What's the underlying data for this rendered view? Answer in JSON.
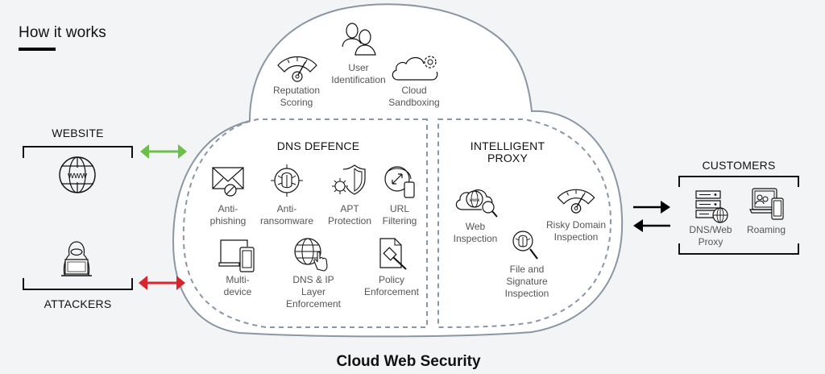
{
  "header": {
    "title": "How it works"
  },
  "left": {
    "website": {
      "label": "WEBSITE",
      "icon": "www-globe-icon",
      "arrow_color": "#6cc04a"
    },
    "attackers": {
      "label": "ATTACKERS",
      "icon": "hacker-laptop-icon",
      "arrow_color": "#d9232d"
    }
  },
  "cloud": {
    "title": "Cloud Web Security",
    "outline_color": "#8a96a3",
    "top_items": [
      {
        "label_lines": [
          "Reputation",
          "Scoring"
        ],
        "icon": "gauge-icon"
      },
      {
        "label_lines": [
          "User",
          "Identification"
        ],
        "icon": "users-icon"
      },
      {
        "label_lines": [
          "Cloud",
          "Sandboxing"
        ],
        "icon": "cloud-gear-icon"
      }
    ],
    "dns_defence": {
      "title": "DNS DEFENCE",
      "items": [
        {
          "label_lines": [
            "Anti-",
            "phishing"
          ],
          "icon": "envelope-blocked-icon"
        },
        {
          "label_lines": [
            "Anti-",
            "ransomware"
          ],
          "icon": "bug-target-icon"
        },
        {
          "label_lines": [
            "APT",
            "Protection"
          ],
          "icon": "shield-virus-icon"
        },
        {
          "label_lines": [
            "URL",
            "Filtering"
          ],
          "icon": "globe-device-icon"
        },
        {
          "label_lines": [
            "Multi-",
            "device"
          ],
          "icon": "laptop-phone-icon"
        },
        {
          "label_lines": [
            "DNS & IP",
            "Layer",
            "Enforcement"
          ],
          "icon": "globe-hand-icon"
        },
        {
          "label_lines": [
            "Policy",
            "Enforcement"
          ],
          "icon": "gavel-document-icon"
        }
      ]
    },
    "intelligent_proxy": {
      "title_lines": [
        "INTELLIGENT",
        "PROXY"
      ],
      "items": [
        {
          "label_lines": [
            "Web",
            "Inspection"
          ],
          "icon": "cloud-www-search-icon"
        },
        {
          "label_lines": [
            "Risky Domain",
            "Inspection"
          ],
          "icon": "gauge-icon"
        },
        {
          "label_lines": [
            "File and",
            "Signature",
            "Inspection"
          ],
          "icon": "bug-search-icon"
        }
      ]
    }
  },
  "right": {
    "customers": {
      "label": "CUSTOMERS",
      "items": [
        {
          "label_lines": [
            "DNS/Web",
            "Proxy"
          ],
          "icon": "server-globe-icon"
        },
        {
          "label_lines": [
            "Roaming"
          ],
          "icon": "laptop-tablet-users-icon"
        }
      ]
    }
  }
}
